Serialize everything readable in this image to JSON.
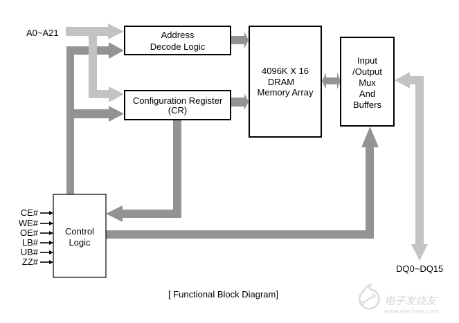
{
  "diagram": {
    "inputs": {
      "address_bus": "A0~A21",
      "data_bus": "DQ0~DQ15"
    },
    "blocks": {
      "address_decode": {
        "lines": [
          "Address",
          "Decode Logic"
        ]
      },
      "config_register": {
        "lines": [
          "Configuration Register",
          "(CR)"
        ]
      },
      "dram_array": {
        "lines": [
          "4096K X 16",
          "DRAM",
          "Memory Array"
        ]
      },
      "io_mux": {
        "lines": [
          "Input",
          "/Output",
          "Mux",
          "And",
          "Buffers"
        ]
      },
      "control_logic": {
        "lines": [
          "Control",
          "Logic"
        ]
      }
    },
    "control_signals": [
      "CE#",
      "WE#",
      "OE#",
      "LB#",
      "UB#",
      "ZZ#"
    ],
    "connections": [
      {
        "from": "A0~A21",
        "to": "Address Decode Logic",
        "bus": "external"
      },
      {
        "from": "A0~A21",
        "to": "Configuration Register (CR)",
        "bus": "external"
      },
      {
        "from": "Control Logic",
        "to": "Address Decode Logic",
        "bus": "internal"
      },
      {
        "from": "Control Logic",
        "to": "Configuration Register (CR)",
        "bus": "internal"
      },
      {
        "from": "Address Decode Logic",
        "to": "DRAM Memory Array",
        "bus": "internal"
      },
      {
        "from": "Configuration Register (CR)",
        "to": "DRAM Memory Array",
        "bus": "internal"
      },
      {
        "from": "DRAM Memory Array",
        "to": "Input/Output Mux And Buffers",
        "bus": "internal",
        "bidirectional": true
      },
      {
        "from": "Configuration Register (CR)",
        "to": "Control Logic",
        "bus": "internal"
      },
      {
        "from": "Control Logic",
        "to": "Input/Output Mux And Buffers",
        "bus": "internal"
      },
      {
        "from": "DQ0~DQ15",
        "to": "Input/Output Mux And Buffers",
        "bus": "external",
        "bidirectional": true
      },
      {
        "from": "CE#, WE#, OE#, LB#, UB#, ZZ#",
        "to": "Control Logic",
        "bus": "signal"
      }
    ],
    "caption": "[ Functional Block Diagram]",
    "colors": {
      "external_bus": "#c3c3c3",
      "internal_bus": "#939393",
      "block_border": "#000000",
      "background": "#ffffff"
    }
  },
  "watermark": {
    "brand": "电子发烧友",
    "url": "www.elecfans.com",
    "color": "#d2d2d2"
  }
}
